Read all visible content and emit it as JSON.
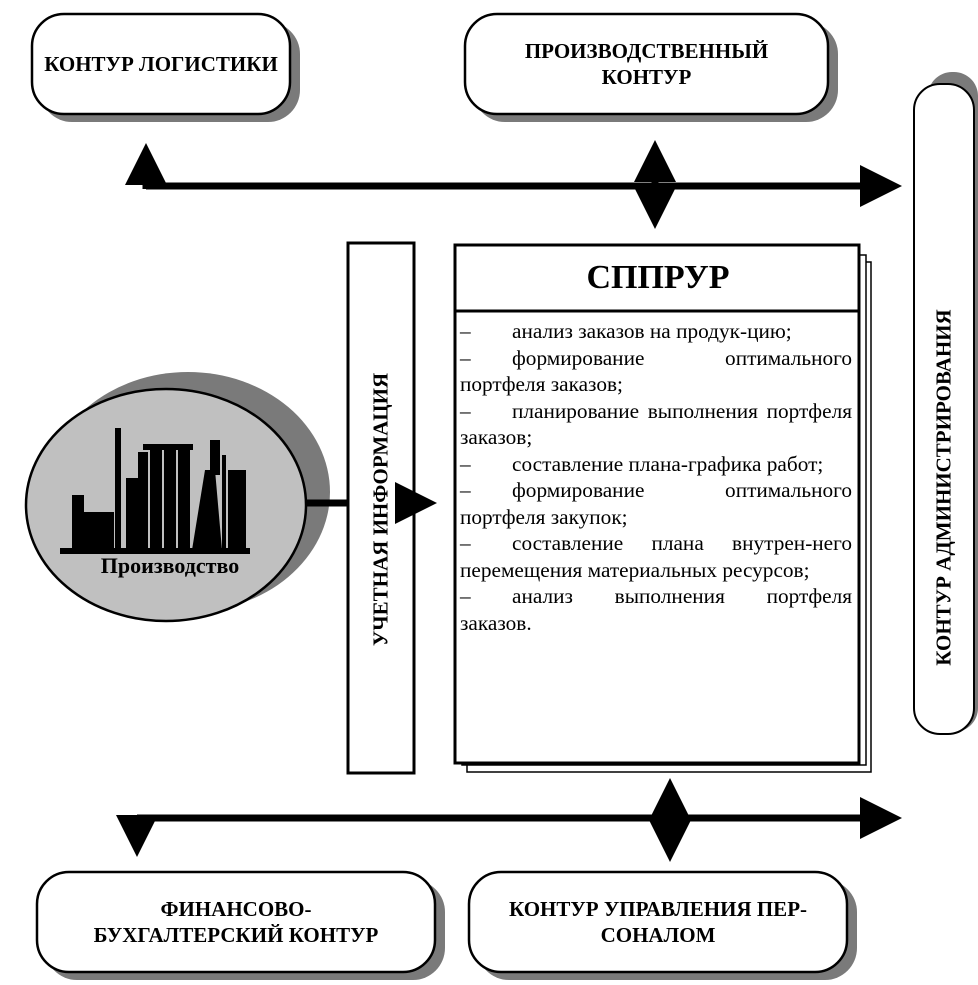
{
  "boxes": {
    "logistics": "КОНТУР ЛОГИСТИКИ",
    "production_contour": "ПРОИЗВОДСТВЕННЫЙ\nКОНТУР",
    "administration": "КОНТУР АДМИНИСТРИРОВАНИЯ",
    "accounting_info": "УЧЕТНАЯ ИНФОРМАЦИЯ",
    "finance": "ФИНАНСОВО-\nБУХГАЛТЕРСКИЙ КОНТУР",
    "personnel": "КОНТУР УПРАВЛЕНИЯ ПЕР-\nСОНАЛОМ"
  },
  "sppur": {
    "title": "СППРУР",
    "items": [
      "анализ заказов на продук-цию;",
      "формирование оптимального портфеля заказов;",
      "планирование выполнения портфеля заказов;",
      "составление плана-графика работ;",
      "формирование оптимального портфеля закупок;",
      "составление плана внутрен-него перемещения материальных ресурсов;",
      "анализ выполнения портфеля заказов."
    ]
  },
  "factory": {
    "label": "Производство",
    "icon": "factory-icon"
  },
  "colors": {
    "shadow": "#7a7a7a",
    "ellipse_fill": "#c0c0c0",
    "line": "#000000"
  }
}
